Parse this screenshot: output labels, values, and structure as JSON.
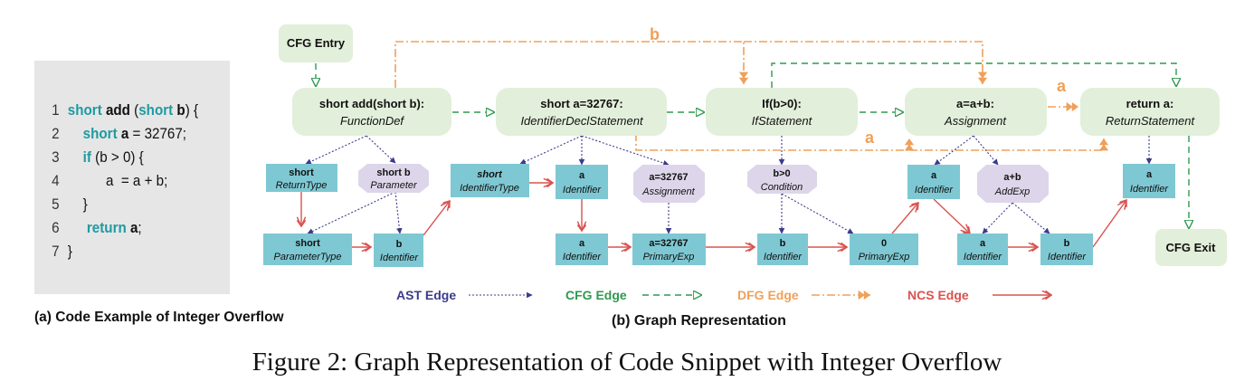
{
  "code_panel": {
    "lines": [
      {
        "num": "1",
        "parts": [
          {
            "t": "short",
            "c": "kw"
          },
          {
            "t": " add ",
            "c": "id"
          },
          {
            "t": "(",
            "c": ""
          },
          {
            "t": "short",
            "c": "kw"
          },
          {
            "t": " b",
            "c": "id"
          },
          {
            "t": ") {",
            "c": ""
          }
        ]
      },
      {
        "num": "2",
        "parts": [
          {
            "t": "    short",
            "c": "kw"
          },
          {
            "t": " a",
            "c": "id"
          },
          {
            "t": " = 32767;",
            "c": ""
          }
        ]
      },
      {
        "num": "3",
        "parts": [
          {
            "t": "    if",
            "c": "kw"
          },
          {
            "t": " (b > 0) {",
            "c": ""
          }
        ]
      },
      {
        "num": "4",
        "parts": [
          {
            "t": "          a  = a + b;",
            "c": ""
          }
        ]
      },
      {
        "num": "5",
        "parts": [
          {
            "t": "    }",
            "c": ""
          }
        ]
      },
      {
        "num": "6",
        "parts": [
          {
            "t": "     return",
            "c": "kw"
          },
          {
            "t": " a",
            "c": "id"
          },
          {
            "t": ";",
            "c": ""
          }
        ]
      },
      {
        "num": "7",
        "parts": [
          {
            "t": "}",
            "c": ""
          }
        ]
      }
    ],
    "caption": "(a) Code Example of Integer Overflow"
  },
  "graph": {
    "caption": "(b) Graph Representation",
    "cfg_entry": "CFG Entry",
    "cfg_exit": "CFG Exit",
    "statements": [
      {
        "code": "short add(short b):",
        "type": "FunctionDef"
      },
      {
        "code": "short a=32767:",
        "type": "IdentifierDeclStatement"
      },
      {
        "code": "If(b>0):",
        "type": "IfStatement"
      },
      {
        "code": "a=a+b:",
        "type": "Assignment"
      },
      {
        "code": "return a:",
        "type": "ReturnStatement"
      }
    ],
    "nodes": {
      "ret_type": {
        "code": "short",
        "type": "ReturnType"
      },
      "param": {
        "code": "short b",
        "type": "Parameter"
      },
      "param_type": {
        "code": "short",
        "type": "ParameterType"
      },
      "param_id": {
        "code": "b",
        "type": "Identifier"
      },
      "decl_type": {
        "code": "short",
        "type": "IdentifierType"
      },
      "decl_id": {
        "code": "a",
        "type": "Identifier"
      },
      "decl_assign": {
        "code": "a=32767",
        "type": "Assignment"
      },
      "decl_assign_id": {
        "code": "a",
        "type": "Identifier"
      },
      "decl_prim": {
        "code": "a=32767",
        "type": "PrimaryExp"
      },
      "cond": {
        "code": "b>0",
        "type": "Condition"
      },
      "cond_id": {
        "code": "b",
        "type": "Identifier"
      },
      "cond_prim": {
        "code": "0",
        "type": "PrimaryExp"
      },
      "asg_id": {
        "code": "a",
        "type": "Identifier"
      },
      "asg_add": {
        "code": "a+b",
        "type": "AddExp"
      },
      "add_a": {
        "code": "a",
        "type": "Identifier"
      },
      "add_b": {
        "code": "b",
        "type": "Identifier"
      },
      "ret_id": {
        "code": "a",
        "type": "Identifier"
      }
    },
    "dfg_labels": {
      "top": "b",
      "mid": "a",
      "low": "a"
    },
    "legend": [
      {
        "label": "AST Edge",
        "color": "#3b3b8c"
      },
      {
        "label": "CFG Edge",
        "color": "#2e9a4e"
      },
      {
        "label": "DFG Edge",
        "color": "#f0a05a"
      },
      {
        "label": "NCS Edge",
        "color": "#d9534f"
      }
    ]
  },
  "figure_caption": "Figure 2: Graph Representation of Code Snippet with Integer Overflow"
}
